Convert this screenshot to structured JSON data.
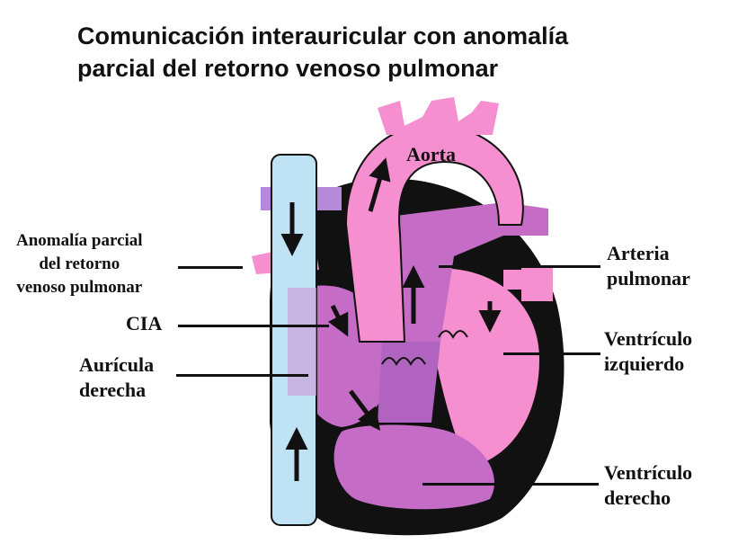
{
  "title": {
    "line1": "Comunicación interauricular con anomalía",
    "line2": "parcial del retorno venoso pulmonar"
  },
  "labels": {
    "aorta": "Aorta",
    "anomalia": [
      "Anomalía parcial",
      "del retorno",
      "venoso pulmonar"
    ],
    "cia": "CIA",
    "auricula": [
      "Aurícula",
      "derecha"
    ],
    "arteria": [
      "Arteria",
      "pulmonar"
    ],
    "ventriculo_izq": [
      "Ventrículo",
      "izquierdo"
    ],
    "ventriculo_der": [
      "Ventrículo",
      "derecho"
    ]
  },
  "colors": {
    "oxygenated": "#f58fcf",
    "mixed": "#c46cc6",
    "deoxygenated": "#bfe3f5",
    "outline": "#111111",
    "pulmonary_veins": "#b48ad8"
  }
}
